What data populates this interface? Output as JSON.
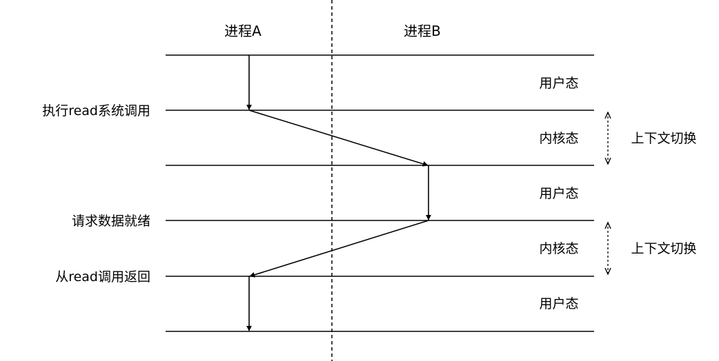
{
  "header": {
    "process_a": "进程A",
    "process_b": "进程B"
  },
  "events": {
    "exec_read": "执行read系统调用",
    "data_ready": "请求数据就绪",
    "return_read": "从read调用返回"
  },
  "states": {
    "user_1": "用户态",
    "kernel_1": "内核态",
    "user_2": "用户态",
    "kernel_2": "内核态",
    "user_3": "用户态"
  },
  "switches": {
    "switch_1": "上下文切换",
    "switch_2": "上下文切换"
  }
}
